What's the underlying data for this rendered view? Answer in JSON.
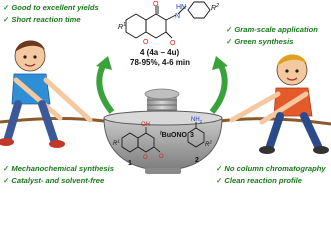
{
  "claims_top_left": [
    "Good to excellent yields",
    "Short reaction time"
  ],
  "claims_top_right": [
    "Gram-scale application",
    "Green synthesis"
  ],
  "claims_bottom_left": [
    "Mechanochemical synthesis",
    "Catalyst- and solvent-free"
  ],
  "claims_bottom_right": [
    "No column chromatography",
    "Clean reaction profile"
  ],
  "check_glyph": "✓",
  "product": {
    "compound_label": "4 (4a – 4u)",
    "yield_time": "78-95%, 4-6 min",
    "r1_label": "R",
    "r1_sup": "1",
    "r2_label": "R",
    "r2_sup": "2",
    "nh_label": "HN",
    "n_label": "N",
    "o_label_1": "O",
    "o_label_2": "O",
    "o_label_3": "O"
  },
  "reactants": {
    "reagent_left_label": "1",
    "reagent_oh": "OH",
    "reagent_o1": "O",
    "reagent_o2": "O",
    "reagent_r1": "R",
    "reagent_r1_sup": "1",
    "nitrite_prefix": "t",
    "nitrite_formula": "BuONO",
    "nitrite_number": "3",
    "amine_label": "NH",
    "amine_sub": "2",
    "amine_r2": "R",
    "amine_r2_sup": "2",
    "amine_number": "2"
  },
  "colors": {
    "claim_text": "#1a7a1a",
    "arrow_green": "#3aa23a",
    "rope": "#8a5a2b",
    "bowl_gray": "#9a9a9a",
    "pestle_gray": "#a8a8a8",
    "chem_red": "#d32020",
    "chem_blue": "#1f3fbf"
  }
}
